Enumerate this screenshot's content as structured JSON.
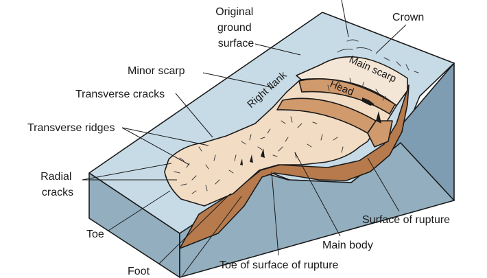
{
  "colors": {
    "ground_top": "#c7dbe6",
    "ground_side": "#7f9db2",
    "ground_front": "#92aebf",
    "displaced": "#f2dcc4",
    "main_body": "#b67a4c",
    "head_block": "#d19a6c",
    "scarp": "#f4e6d6",
    "line": "#1a1a1a"
  },
  "labels": {
    "original_ground_surface": [
      "Original",
      "ground",
      "surface"
    ],
    "crown": "Crown",
    "minor_scarp": "Minor scarp",
    "transverse_cracks": "Transverse cracks",
    "transverse_ridges": "Transverse ridges",
    "radial_cracks": [
      "Radial",
      "cracks"
    ],
    "toe": "Toe",
    "foot": "Foot",
    "toe_of_surface_of_rupture": "Toe of surface of rupture",
    "main_body": "Main body",
    "surface_of_rupture": "Surface of rupture",
    "right_flank": "Right flank",
    "main_scarp": "Main scarp",
    "head": "Head"
  }
}
